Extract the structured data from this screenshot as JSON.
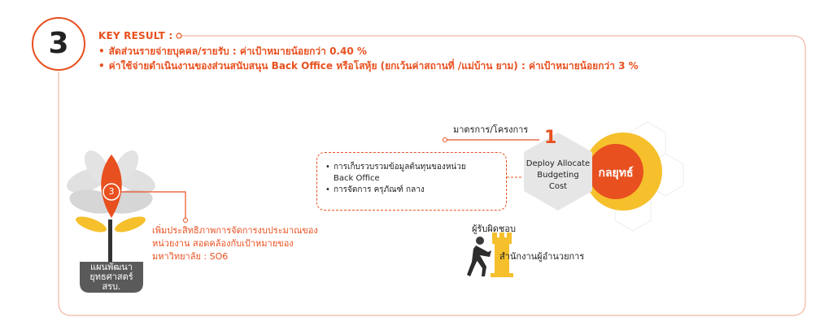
{
  "step_number": "3",
  "key_result": {
    "title": "KEY RESULT :",
    "items": [
      "สัดส่วนรายจ่ายบุคคล/รายรับ  : ค่าเป้าหมายน้อยกว่า 0.40 %",
      "ค่าใช้จ่ายดำเนินงานของส่วนสนับสนุน Back Office หรือโสหุ้ย (ยกเว้นค่าสถานที่ /แม่บ้าน ยาม)  : ค่าเป้าหมายน้อยกว่า 3 %"
    ],
    "bullet": "•"
  },
  "tree": {
    "badge_number": "3",
    "pot_label_lines": [
      "แผนพัฒนา",
      "ยุทธศาสตร์",
      "สรบ."
    ],
    "description_lines": [
      "เพิ่มประสิทธิภาพการจัดการงบประมาณของ",
      "หน่วยงาน  สอดคล้องกับเป้าหมายของ",
      "มหาวิทยาลัย :  SO6"
    ]
  },
  "measures": {
    "header": "มาตรการ/โครงการ",
    "items": [
      "การเก็บรวบรวมข้อมูลต้นทุนของหน่วย Back Office",
      "การจัดการ ครุภัณฑ์ กลาง"
    ],
    "items_display_lines": [
      [
        "การเก็บรวบรวมข้อมูลต้นทุนของหน่วย",
        "Back Office"
      ],
      [
        "การจัดการ ครุภัณฑ์ กลาง"
      ]
    ]
  },
  "hexagon": {
    "number": "1",
    "lines": [
      "Deploy Allocate",
      "Budgeting",
      "Cost"
    ]
  },
  "strategy": {
    "label": "กลยุทธ์"
  },
  "responsible": {
    "header": "ผู้รับผิดชอบ",
    "name": "สำนักงานผู้อำนวยการ"
  },
  "colors": {
    "accent": "#e8501f",
    "gold": "#f5c02c",
    "hex_grey": "#e6e6e6",
    "pot": "#5a5a5a",
    "leaf": "#d9d9d9"
  }
}
